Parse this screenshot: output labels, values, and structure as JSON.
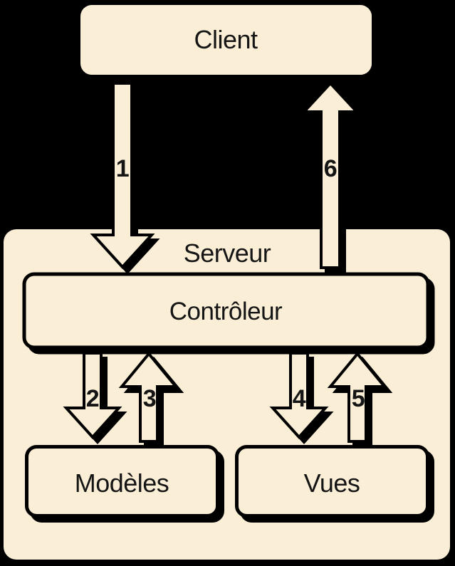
{
  "diagram": {
    "type": "architecture-flow",
    "nodes": {
      "client": {
        "label": "Client"
      },
      "serveur": {
        "label": "Serveur"
      },
      "controleur": {
        "label": "Contrôleur"
      },
      "modeles": {
        "label": "Modèles"
      },
      "vues": {
        "label": "Vues"
      }
    },
    "arrows": [
      {
        "label": "1",
        "direction": "down",
        "from": "Client",
        "to": "Contrôleur"
      },
      {
        "label": "2",
        "direction": "down",
        "from": "Contrôleur",
        "to": "Modèles"
      },
      {
        "label": "3",
        "direction": "up",
        "from": "Modèles",
        "to": "Contrôleur"
      },
      {
        "label": "4",
        "direction": "down",
        "from": "Contrôleur",
        "to": "Vues"
      },
      {
        "label": "5",
        "direction": "up",
        "from": "Vues",
        "to": "Contrôleur"
      },
      {
        "label": "6",
        "direction": "up",
        "from": "Contrôleur",
        "to": "Client"
      }
    ],
    "colors": {
      "background": "#000000",
      "shape_fill": "#FAEFD6",
      "outline": "#000000",
      "text": "#151515"
    }
  }
}
